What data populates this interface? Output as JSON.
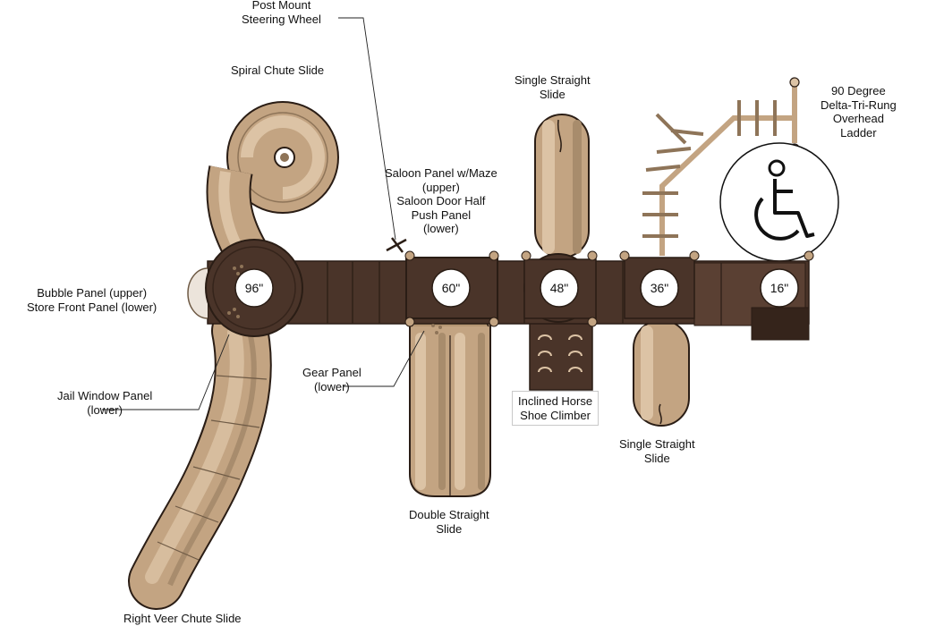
{
  "colors": {
    "deck": "#4a3429",
    "deck_dark": "#35241b",
    "tan": "#c3a482",
    "tan_light": "#dcc3a5",
    "tan_dark": "#8e7458",
    "outline": "#2a1d15",
    "ada_sign": "#111111"
  },
  "decks": [
    {
      "height": "96\""
    },
    {
      "height": "60\""
    },
    {
      "height": "48\""
    },
    {
      "height": "36\""
    },
    {
      "height": "16\""
    }
  ],
  "labels": {
    "post_mount_steering_wheel": [
      "Post Mount",
      "Steering Wheel"
    ],
    "spiral_chute_slide": [
      "Spiral Chute Slide"
    ],
    "single_straight_slide_top": [
      "Single Straight",
      "Slide"
    ],
    "delta_tri_rung_ladder": [
      "90 Degree",
      "Delta-Tri-Rung",
      "Overhead",
      "Ladder"
    ],
    "saloon_panel": [
      "Saloon Panel w/Maze",
      "(upper)",
      "Saloon Door Half",
      "Push Panel",
      "(lower)"
    ],
    "bubble_panel": [
      "Bubble Panel (upper)",
      "Store Front Panel (lower)"
    ],
    "gear_panel": [
      "Gear Panel",
      "(lower)"
    ],
    "jail_window_panel": [
      "Jail Window Panel",
      "(lower)"
    ],
    "inclined_horse_shoe_climber": [
      "Inclined Horse",
      "Shoe Climber"
    ],
    "single_straight_slide_bottom": [
      "Single Straight",
      "Slide"
    ],
    "double_straight_slide": [
      "Double Straight",
      "Slide"
    ],
    "right_veer_chute_slide": [
      "Right Veer Chute Slide"
    ]
  },
  "icons": {
    "accessibility_sign": "wheelchair-accessibility-icon"
  }
}
